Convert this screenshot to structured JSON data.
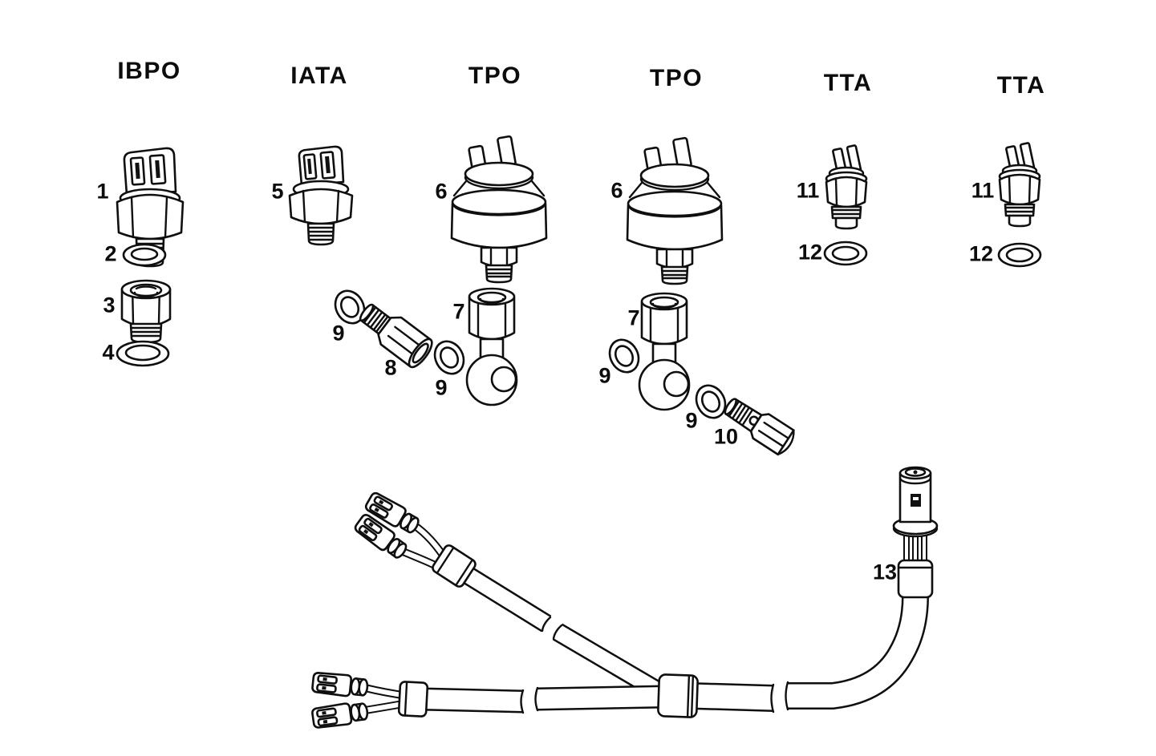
{
  "figure": {
    "type": "exploded-parts-diagram",
    "background": "#ffffff",
    "ink": "#111111"
  },
  "column_headers": [
    {
      "label": "IBPO"
    },
    {
      "label": "IATA"
    },
    {
      "label": "TPO"
    },
    {
      "label": "TPO"
    },
    {
      "label": "TTA"
    },
    {
      "label": "TTA"
    }
  ],
  "callouts": [
    {
      "number": "1"
    },
    {
      "number": "2"
    },
    {
      "number": "3"
    },
    {
      "number": "4"
    },
    {
      "number": "5"
    },
    {
      "number": "6"
    },
    {
      "number": "6"
    },
    {
      "number": "7"
    },
    {
      "number": "7"
    },
    {
      "number": "8"
    },
    {
      "number": "9"
    },
    {
      "number": "9"
    },
    {
      "number": "9"
    },
    {
      "number": "9"
    },
    {
      "number": "10"
    },
    {
      "number": "11"
    },
    {
      "number": "11"
    },
    {
      "number": "12"
    },
    {
      "number": "12"
    },
    {
      "number": "13"
    }
  ]
}
